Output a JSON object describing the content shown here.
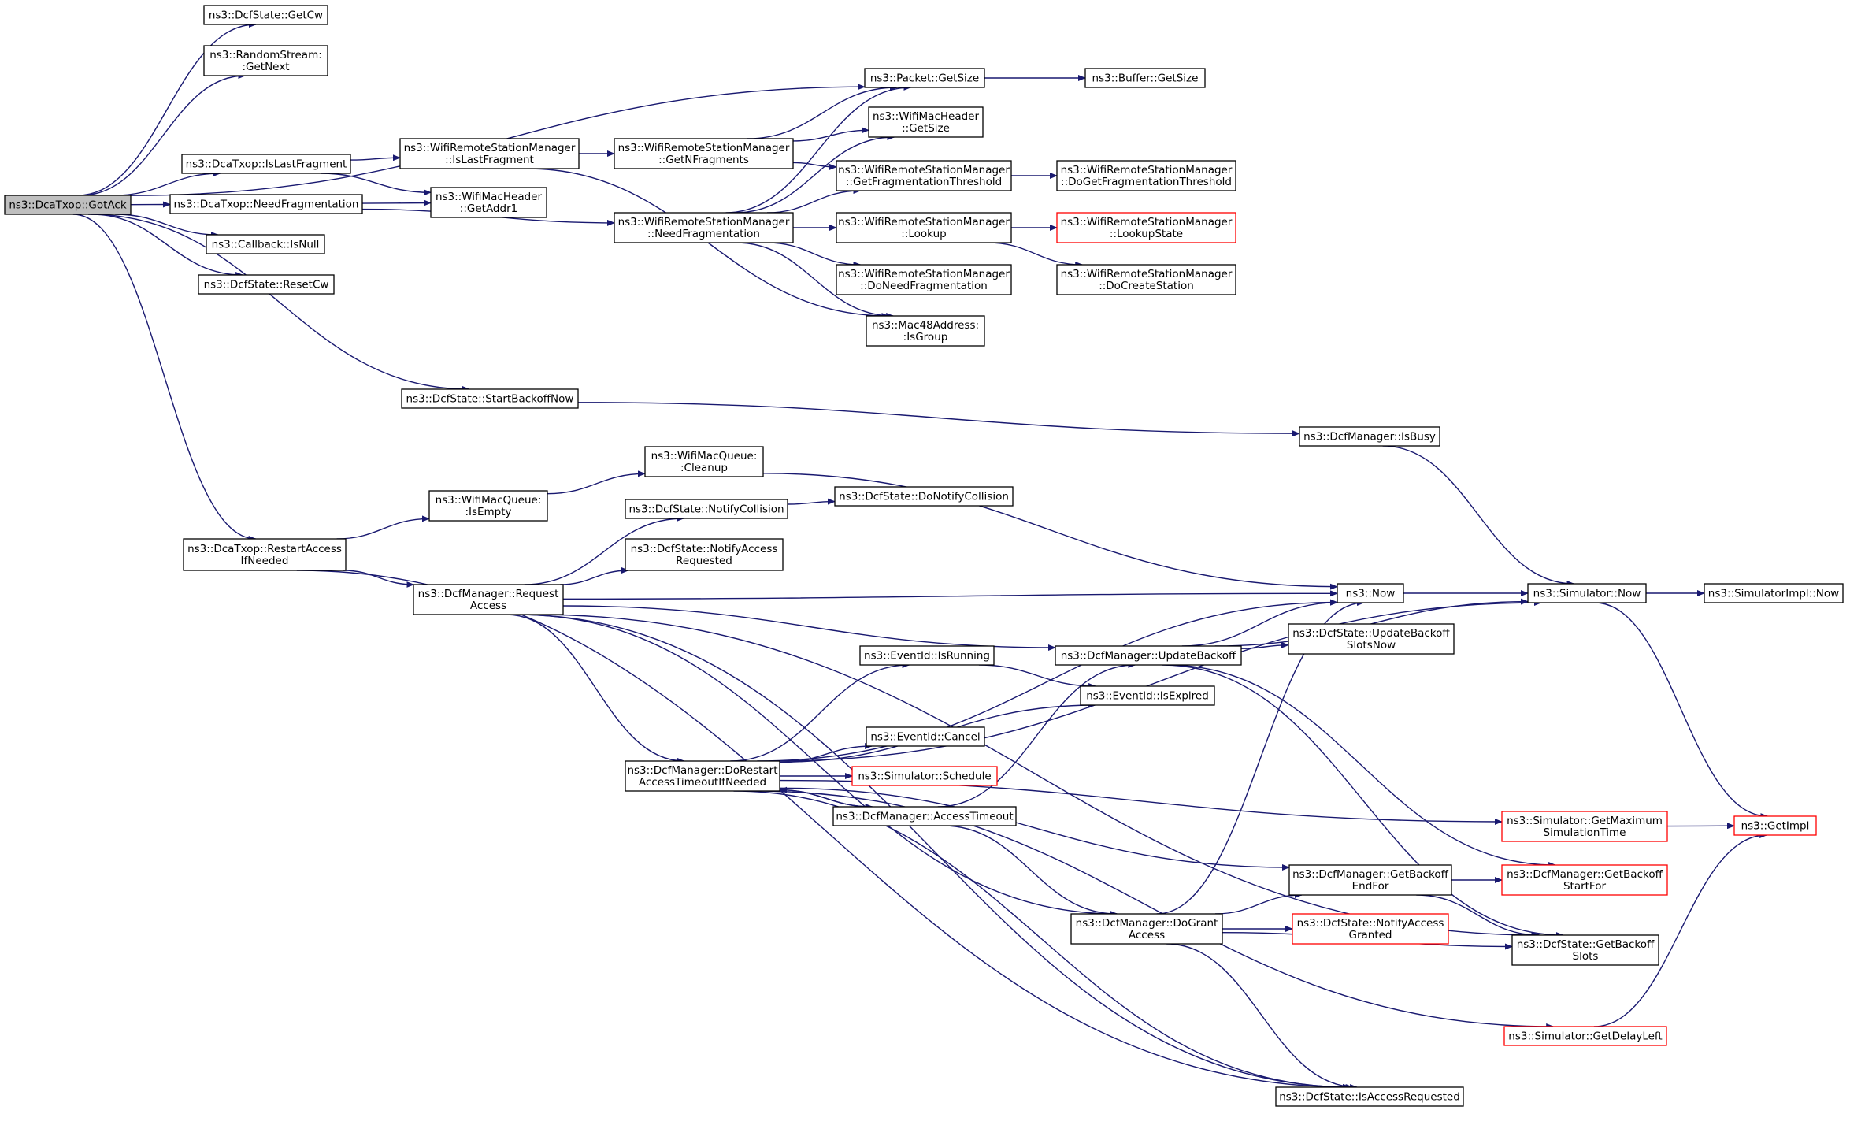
{
  "colors": {
    "edge": "#191970",
    "node_border": "#000000",
    "node_border_truncated": "#ff0000",
    "root_fill": "#bfbfbf",
    "node_fill": "#ffffff"
  },
  "nodes": [
    {
      "id": "gotack",
      "lines": [
        "ns3::DcaTxop::GotAck"
      ],
      "style": "root"
    },
    {
      "id": "dcf_getcw",
      "lines": [
        "ns3::DcfState::GetCw"
      ],
      "style": "normal"
    },
    {
      "id": "rs_getnext",
      "lines": [
        "ns3::RandomStream:",
        ":GetNext"
      ],
      "style": "normal"
    },
    {
      "id": "islastfrag",
      "lines": [
        "ns3::DcaTxop::IsLastFragment"
      ],
      "style": "normal"
    },
    {
      "id": "needfrag",
      "lines": [
        "ns3::DcaTxop::NeedFragmentation"
      ],
      "style": "normal"
    },
    {
      "id": "cb_isnull",
      "lines": [
        "ns3::Callback::IsNull"
      ],
      "style": "normal"
    },
    {
      "id": "resetcw",
      "lines": [
        "ns3::DcfState::ResetCw"
      ],
      "style": "normal"
    },
    {
      "id": "startbackoff",
      "lines": [
        "ns3::DcfState::StartBackoffNow"
      ],
      "style": "normal"
    },
    {
      "id": "restartaccess",
      "lines": [
        "ns3::DcaTxop::RestartAccess",
        "IfNeeded"
      ],
      "style": "normal"
    },
    {
      "id": "wrsm_islastfrag",
      "lines": [
        "ns3::WifiRemoteStationManager",
        "::IsLastFragment"
      ],
      "style": "normal"
    },
    {
      "id": "wmh_getaddr1",
      "lines": [
        "ns3::WifiMacHeader",
        "::GetAddr1"
      ],
      "style": "normal"
    },
    {
      "id": "wrsm_getnfrag",
      "lines": [
        "ns3::WifiRemoteStationManager",
        "::GetNFragments"
      ],
      "style": "normal"
    },
    {
      "id": "wrsm_needfrag",
      "lines": [
        "ns3::WifiRemoteStationManager",
        "::NeedFragmentation"
      ],
      "style": "normal"
    },
    {
      "id": "pkt_getsize",
      "lines": [
        "ns3::Packet::GetSize"
      ],
      "style": "normal"
    },
    {
      "id": "wmh_getsize",
      "lines": [
        "ns3::WifiMacHeader",
        "::GetSize"
      ],
      "style": "normal"
    },
    {
      "id": "wrsm_getfragthr",
      "lines": [
        "ns3::WifiRemoteStationManager",
        "::GetFragmentationThreshold"
      ],
      "style": "normal"
    },
    {
      "id": "wrsm_lookup",
      "lines": [
        "ns3::WifiRemoteStationManager",
        "::Lookup"
      ],
      "style": "normal"
    },
    {
      "id": "wrsm_doneedfrag",
      "lines": [
        "ns3::WifiRemoteStationManager",
        "::DoNeedFragmentation"
      ],
      "style": "normal"
    },
    {
      "id": "mac48_isgroup",
      "lines": [
        "ns3::Mac48Address:",
        ":IsGroup"
      ],
      "style": "normal"
    },
    {
      "id": "buf_getsize",
      "lines": [
        "ns3::Buffer::GetSize"
      ],
      "style": "normal"
    },
    {
      "id": "wrsm_dogetfragthr",
      "lines": [
        "ns3::WifiRemoteStationManager",
        "::DoGetFragmentationThreshold"
      ],
      "style": "normal"
    },
    {
      "id": "wrsm_lookupstate",
      "lines": [
        "ns3::WifiRemoteStationManager",
        "::LookupState"
      ],
      "style": "truncated"
    },
    {
      "id": "wrsm_docreatestation",
      "lines": [
        "ns3::WifiRemoteStationManager",
        "::DoCreateStation"
      ],
      "style": "normal"
    },
    {
      "id": "wmq_isempty",
      "lines": [
        "ns3::WifiMacQueue:",
        ":IsEmpty"
      ],
      "style": "normal"
    },
    {
      "id": "wmq_cleanup",
      "lines": [
        "ns3::WifiMacQueue:",
        ":Cleanup"
      ],
      "style": "normal"
    },
    {
      "id": "dcf_notifycollision",
      "lines": [
        "ns3::DcfState::NotifyCollision"
      ],
      "style": "normal"
    },
    {
      "id": "dcf_donotifycollision",
      "lines": [
        "ns3::DcfState::DoNotifyCollision"
      ],
      "style": "normal"
    },
    {
      "id": "dcf_notifyaccessreq",
      "lines": [
        "ns3::DcfState::NotifyAccess",
        "Requested"
      ],
      "style": "normal"
    },
    {
      "id": "dcfm_requestaccess",
      "lines": [
        "ns3::DcfManager::Request",
        "Access"
      ],
      "style": "normal"
    },
    {
      "id": "dcfm_isbusy",
      "lines": [
        "ns3::DcfManager::IsBusy"
      ],
      "style": "normal"
    },
    {
      "id": "now",
      "lines": [
        "ns3::Now"
      ],
      "style": "normal"
    },
    {
      "id": "sim_now",
      "lines": [
        "ns3::Simulator::Now"
      ],
      "style": "normal"
    },
    {
      "id": "simimpl_now",
      "lines": [
        "ns3::SimulatorImpl::Now"
      ],
      "style": "normal"
    },
    {
      "id": "dcfm_updatebackoff",
      "lines": [
        "ns3::DcfManager::UpdateBackoff"
      ],
      "style": "normal"
    },
    {
      "id": "dcf_updatebackoffslots",
      "lines": [
        "ns3::DcfState::UpdateBackoff",
        "SlotsNow"
      ],
      "style": "normal"
    },
    {
      "id": "eid_isrunning",
      "lines": [
        "ns3::EventId::IsRunning"
      ],
      "style": "normal"
    },
    {
      "id": "eid_isexpired",
      "lines": [
        "ns3::EventId::IsExpired"
      ],
      "style": "normal"
    },
    {
      "id": "eid_cancel",
      "lines": [
        "ns3::EventId::Cancel"
      ],
      "style": "normal"
    },
    {
      "id": "sim_schedule",
      "lines": [
        "ns3::Simulator::Schedule"
      ],
      "style": "truncated"
    },
    {
      "id": "dcfm_dorestart",
      "lines": [
        "ns3::DcfManager::DoRestart",
        "AccessTimeoutIfNeeded"
      ],
      "style": "normal"
    },
    {
      "id": "dcfm_accesstimeout",
      "lines": [
        "ns3::DcfManager::AccessTimeout"
      ],
      "style": "normal"
    },
    {
      "id": "sim_getmaxtime",
      "lines": [
        "ns3::Simulator::GetMaximum",
        "SimulationTime"
      ],
      "style": "truncated"
    },
    {
      "id": "getimpl",
      "lines": [
        "ns3::GetImpl"
      ],
      "style": "truncated"
    },
    {
      "id": "dcfm_getbackoffendfor",
      "lines": [
        "ns3::DcfManager::GetBackoff",
        "EndFor"
      ],
      "style": "normal"
    },
    {
      "id": "dcfm_getbackoffstartfor",
      "lines": [
        "ns3::DcfManager::GetBackoff",
        "StartFor"
      ],
      "style": "truncated"
    },
    {
      "id": "dcfm_dogrant",
      "lines": [
        "ns3::DcfManager::DoGrant",
        "Access"
      ],
      "style": "normal"
    },
    {
      "id": "dcf_notifyaccessgranted",
      "lines": [
        "ns3::DcfState::NotifyAccess",
        "Granted"
      ],
      "style": "truncated"
    },
    {
      "id": "dcf_getbackoffslots",
      "lines": [
        "ns3::DcfState::GetBackoff",
        "Slots"
      ],
      "style": "normal"
    },
    {
      "id": "sim_getdelayleft",
      "lines": [
        "ns3::Simulator::GetDelayLeft"
      ],
      "style": "truncated"
    },
    {
      "id": "dcf_isaccessreq",
      "lines": [
        "ns3::DcfState::IsAccessRequested"
      ],
      "style": "normal"
    }
  ],
  "edges": [
    [
      "gotack",
      "dcf_getcw"
    ],
    [
      "gotack",
      "rs_getnext"
    ],
    [
      "gotack",
      "pkt_getsize"
    ],
    [
      "gotack",
      "islastfrag"
    ],
    [
      "gotack",
      "needfrag"
    ],
    [
      "gotack",
      "cb_isnull"
    ],
    [
      "gotack",
      "resetcw"
    ],
    [
      "gotack",
      "startbackoff"
    ],
    [
      "gotack",
      "restartaccess"
    ],
    [
      "islastfrag",
      "wrsm_islastfrag"
    ],
    [
      "islastfrag",
      "wmh_getaddr1"
    ],
    [
      "needfrag",
      "wmh_getaddr1"
    ],
    [
      "needfrag",
      "wrsm_needfrag"
    ],
    [
      "wrsm_islastfrag",
      "wrsm_getnfrag"
    ],
    [
      "wrsm_islastfrag",
      "mac48_isgroup"
    ],
    [
      "wrsm_getnfrag",
      "pkt_getsize"
    ],
    [
      "wrsm_getnfrag",
      "wmh_getsize"
    ],
    [
      "wrsm_getnfrag",
      "wrsm_getfragthr"
    ],
    [
      "wrsm_needfrag",
      "pkt_getsize"
    ],
    [
      "wrsm_needfrag",
      "wmh_getsize"
    ],
    [
      "wrsm_needfrag",
      "wrsm_getfragthr"
    ],
    [
      "wrsm_needfrag",
      "wrsm_lookup"
    ],
    [
      "wrsm_needfrag",
      "wrsm_doneedfrag"
    ],
    [
      "wrsm_needfrag",
      "mac48_isgroup"
    ],
    [
      "pkt_getsize",
      "buf_getsize"
    ],
    [
      "wrsm_getfragthr",
      "wrsm_dogetfragthr"
    ],
    [
      "wrsm_lookup",
      "wrsm_lookupstate"
    ],
    [
      "wrsm_lookup",
      "wrsm_docreatestation"
    ],
    [
      "startbackoff",
      "dcfm_isbusy"
    ],
    [
      "restartaccess",
      "wmq_isempty"
    ],
    [
      "restartaccess",
      "dcfm_requestaccess"
    ],
    [
      "restartaccess",
      "dcf_isaccessreq"
    ],
    [
      "wmq_isempty",
      "wmq_cleanup"
    ],
    [
      "wmq_cleanup",
      "now"
    ],
    [
      "dcf_notifycollision",
      "dcf_donotifycollision"
    ],
    [
      "dcfm_requestaccess",
      "dcf_notifycollision"
    ],
    [
      "dcfm_requestaccess",
      "dcf_notifyaccessreq"
    ],
    [
      "dcfm_requestaccess",
      "now"
    ],
    [
      "dcfm_requestaccess",
      "dcfm_updatebackoff"
    ],
    [
      "dcfm_requestaccess",
      "dcfm_dorestart"
    ],
    [
      "dcfm_requestaccess",
      "dcfm_dogrant"
    ],
    [
      "dcfm_requestaccess",
      "dcf_getbackoffslots"
    ],
    [
      "dcfm_requestaccess",
      "dcf_isaccessreq"
    ],
    [
      "dcfm_isbusy",
      "sim_now"
    ],
    [
      "now",
      "sim_now"
    ],
    [
      "sim_now",
      "simimpl_now"
    ],
    [
      "sim_now",
      "getimpl"
    ],
    [
      "dcfm_updatebackoff",
      "now"
    ],
    [
      "dcfm_updatebackoff",
      "sim_now"
    ],
    [
      "dcfm_updatebackoff",
      "dcf_updatebackoffslots"
    ],
    [
      "dcfm_updatebackoff",
      "dcfm_getbackoffstartfor"
    ],
    [
      "dcfm_updatebackoff",
      "dcf_getbackoffslots"
    ],
    [
      "eid_isrunning",
      "eid_isexpired"
    ],
    [
      "dcfm_dorestart",
      "now"
    ],
    [
      "dcfm_dorestart",
      "sim_now"
    ],
    [
      "dcfm_dorestart",
      "eid_isrunning"
    ],
    [
      "dcfm_dorestart",
      "eid_isexpired"
    ],
    [
      "dcfm_dorestart",
      "eid_cancel"
    ],
    [
      "dcfm_dorestart",
      "sim_schedule"
    ],
    [
      "dcfm_dorestart",
      "dcfm_accesstimeout"
    ],
    [
      "dcfm_dorestart",
      "sim_getmaxtime"
    ],
    [
      "dcfm_dorestart",
      "dcfm_getbackoffendfor"
    ],
    [
      "dcfm_dorestart",
      "sim_getdelayleft"
    ],
    [
      "dcfm_dorestart",
      "dcf_isaccessreq"
    ],
    [
      "dcfm_accesstimeout",
      "dcfm_updatebackoff"
    ],
    [
      "dcfm_accesstimeout",
      "dcfm_dorestart"
    ],
    [
      "dcfm_accesstimeout",
      "dcfm_dogrant"
    ],
    [
      "sim_getmaxtime",
      "getimpl"
    ],
    [
      "sim_getdelayleft",
      "getimpl"
    ],
    [
      "dcfm_getbackoffendfor",
      "dcfm_getbackoffstartfor"
    ],
    [
      "dcfm_getbackoffendfor",
      "dcf_getbackoffslots"
    ],
    [
      "dcfm_dogrant",
      "now"
    ],
    [
      "dcfm_dogrant",
      "dcfm_getbackoffendfor"
    ],
    [
      "dcfm_dogrant",
      "dcf_notifyaccessgranted"
    ],
    [
      "dcfm_dogrant",
      "dcf_getbackoffslots"
    ],
    [
      "dcfm_dogrant",
      "dcf_isaccessreq"
    ]
  ]
}
